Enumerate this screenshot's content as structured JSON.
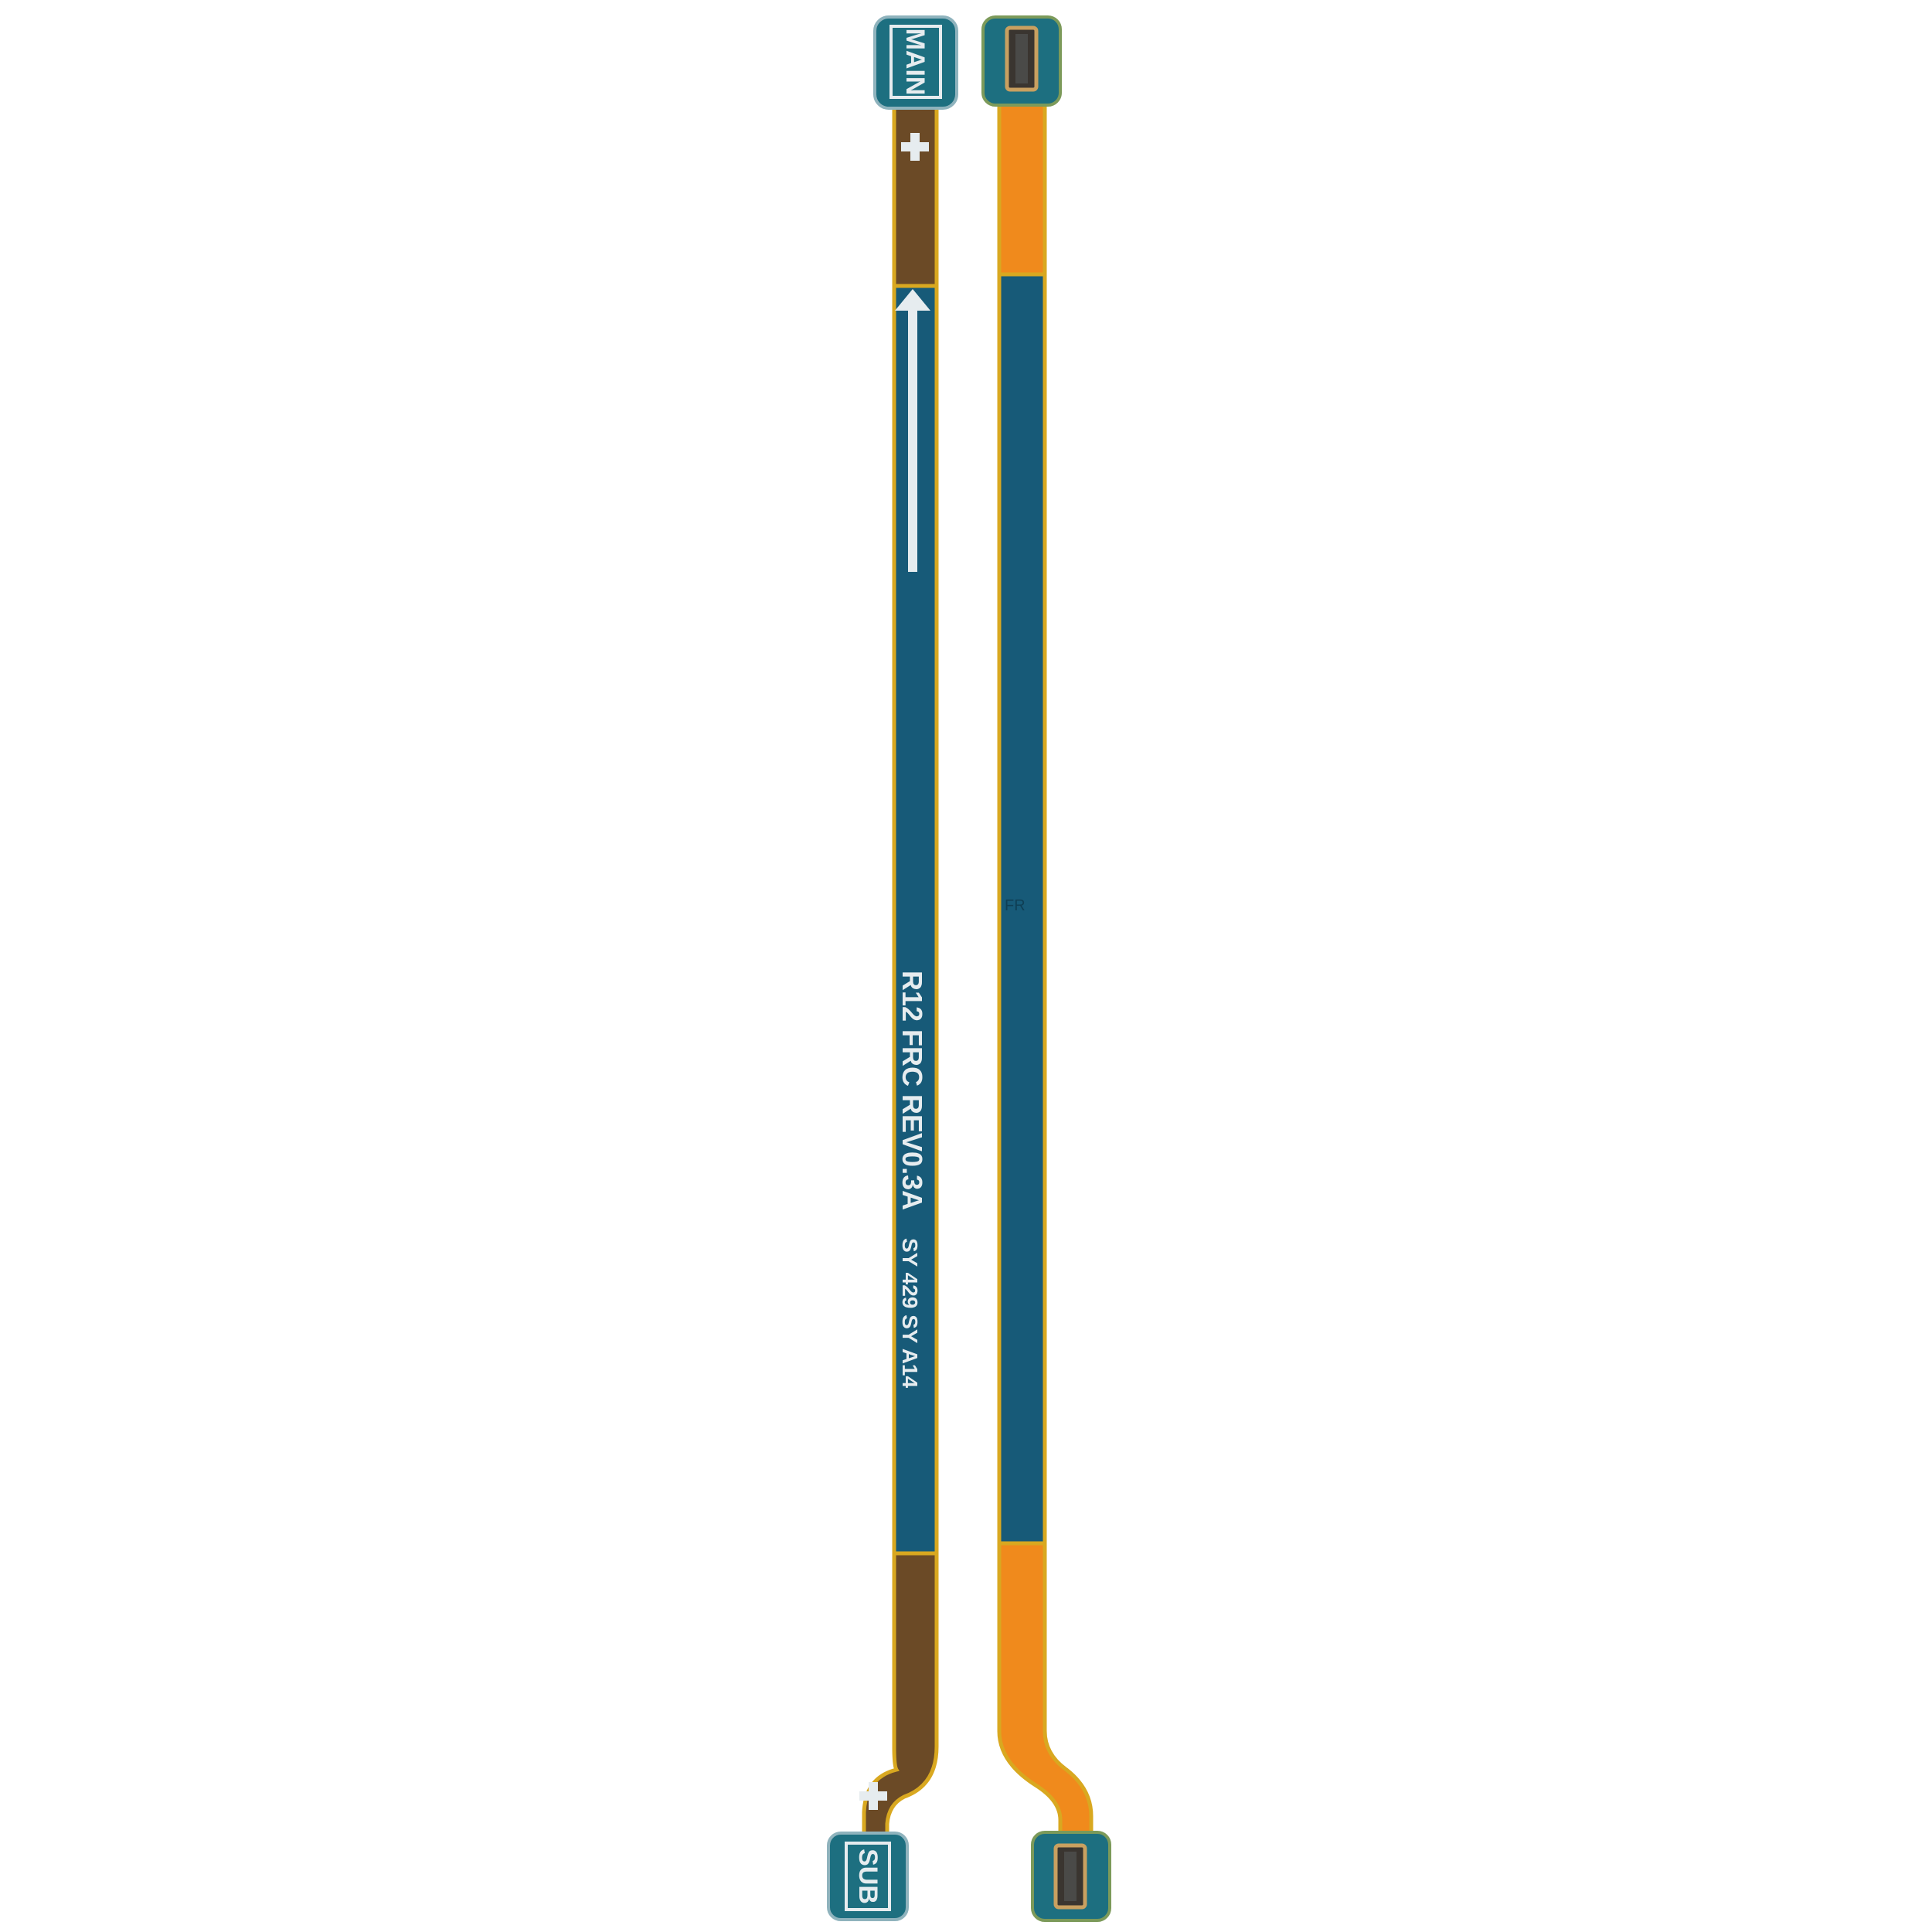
{
  "left_cable": {
    "pad_top_label": "MAIN",
    "pad_bottom_label": "SUB",
    "marking": "R12 FRC REV0.3A",
    "marking_secondary": "SY 429 SY A14",
    "icons": [
      "plus-marker-icon",
      "arrow-up-icon",
      "plus-marker-icon"
    ]
  },
  "right_cable": {
    "marking": "FR",
    "icons": [
      "board-connector-icon",
      "board-connector-icon"
    ]
  },
  "colors": {
    "pcb_blue": "#175a78",
    "pad_teal": "#1d6f80",
    "flex_brown": "#6b4a26",
    "flex_orange": "#f08a1c",
    "edge_yellow": "#d9a820",
    "silkscreen": "#e6ecef",
    "background": "#ffffff"
  }
}
